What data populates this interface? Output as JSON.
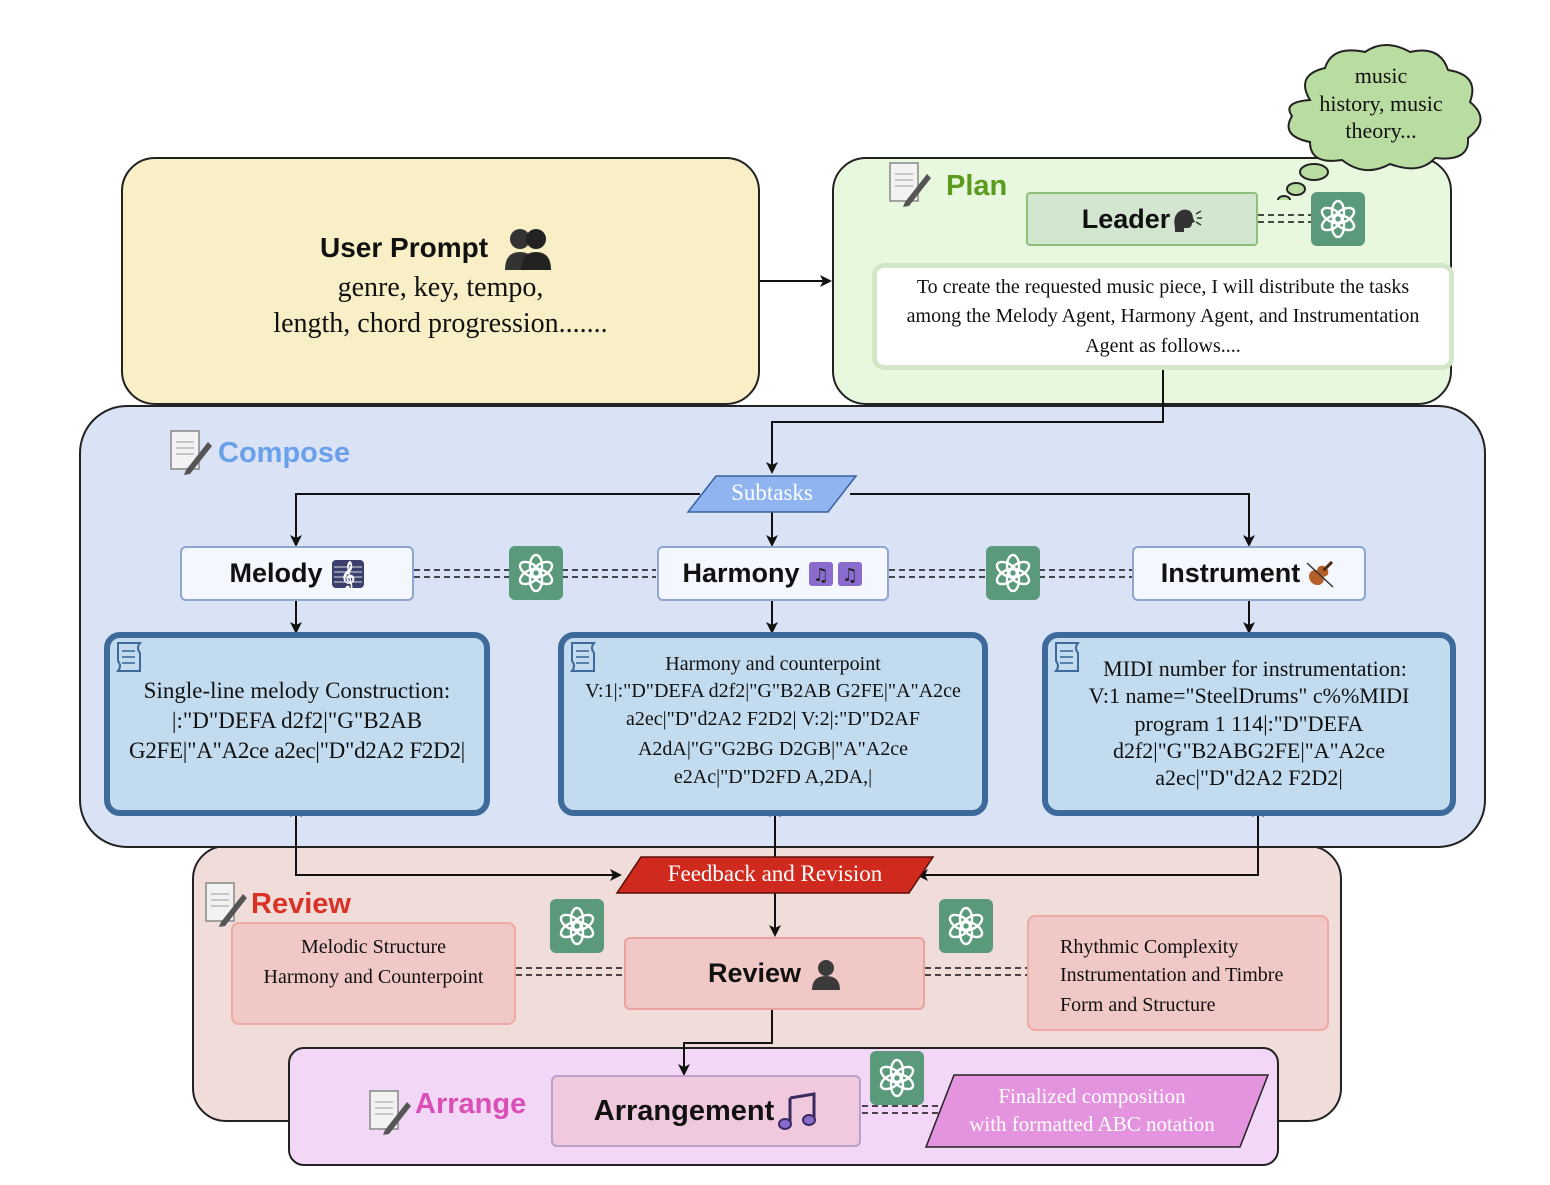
{
  "user_prompt": {
    "title": "User Prompt",
    "line1": "genre, key, tempo,",
    "line2": "length, chord progression......."
  },
  "plan": {
    "title": "Plan",
    "leader_label": "Leader",
    "thought": [
      "music",
      "history, music",
      "theory..."
    ],
    "message": [
      "To create the requested music piece, I will distribute the tasks",
      "among the Melody Agent, Harmony Agent, and Instrumentation",
      "Agent as follows...."
    ]
  },
  "compose": {
    "title": "Compose",
    "subtasks_label": "Subtasks",
    "melody_label": "Melody",
    "harmony_label": "Harmony",
    "instrument_label": "Instrument",
    "melody_output": [
      "Single-line melody Construction:",
      "|:\"D\"DEFA d2f2|\"G\"B2AB",
      "G2FE|\"A\"A2ce a2ec|\"D\"d2A2 F2D2|"
    ],
    "harmony_output": [
      "Harmony and counterpoint",
      "V:1|:\"D\"DEFA d2f2|\"G\"B2AB G2FE|\"A\"A2ce",
      "a2ec|\"D\"d2A2 F2D2| V:2|:\"D\"D2AF",
      "A2dA|\"G\"G2BG D2GB|\"A\"A2ce",
      "e2Ac|\"D\"D2FD A,2DA,|"
    ],
    "instrument_output": [
      "MIDI number for instrumentation:",
      "V:1 name=\"SteelDrums\" c%%MIDI",
      "program 1 114|:\"D\"DEFA",
      "d2f2|\"G\"B2ABG2FE|\"A\"A2ce",
      "a2ec|\"D\"d2A2 F2D2|"
    ]
  },
  "review": {
    "title": "Review",
    "feedback_label": "Feedback and Revision",
    "review_label": "Review",
    "left_criteria": [
      "Melodic Structure",
      "Harmony and Counterpoint"
    ],
    "right_criteria": [
      "Rhythmic Complexity",
      "Instrumentation and Timbre",
      "Form and Structure"
    ]
  },
  "arrange": {
    "title": "Arrange",
    "arrangement_label": "Arrangement",
    "final_output": [
      "Finalized composition",
      "with formatted ABC notation"
    ]
  },
  "colors": {
    "user_prompt_bg": "#f8efc6",
    "plan_bg": "#e8f8df",
    "plan_title": "#5a9a1c",
    "compose_bg": "#d9e3f5",
    "compose_title": "#6a9fea",
    "review_bg": "#f0dcd8",
    "review_title": "#d93328",
    "arrange_bg": "#f2d8f6",
    "arrange_title": "#d94fb5",
    "gpt_badge": "#5a9a7b",
    "output_border": "#3d6a9b",
    "output_fill": "#c2dbee"
  },
  "icons": [
    "people-icon",
    "memo-icon",
    "speaking-head-icon",
    "openai-icon",
    "scroll-icon",
    "treble-clef-icon",
    "notes-icon",
    "violin-icon",
    "person-icon",
    "music-note-icon",
    "thought-cloud"
  ]
}
